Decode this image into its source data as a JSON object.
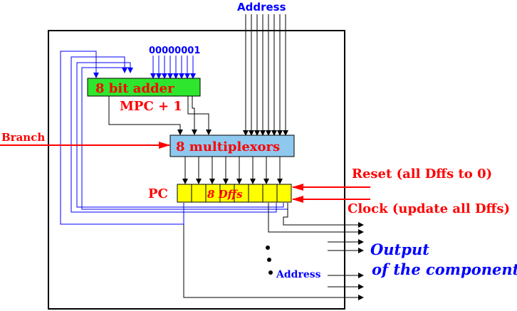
{
  "title_address": "Address",
  "constant_bits": "00000001",
  "adder_label": "8 bit adder",
  "mpc_label": "MPC + 1",
  "branch_label": "Branch",
  "mux_label": "8 multiplexors",
  "pc_label": "PC",
  "dffs_label": "8 Dffs",
  "reset_label": "Reset (all Dffs to 0)",
  "clock_label": "Clock (update all Dffs)",
  "output_line1": "Output",
  "output_line2": "of the component",
  "output_address_label": "Address",
  "colors": {
    "adder_fill": "#2ee62e",
    "mux_fill": "#8ec8ee",
    "dff_fill": "#ffff00",
    "red": "#ff0000",
    "blue": "#0000ff",
    "black": "#000000"
  }
}
